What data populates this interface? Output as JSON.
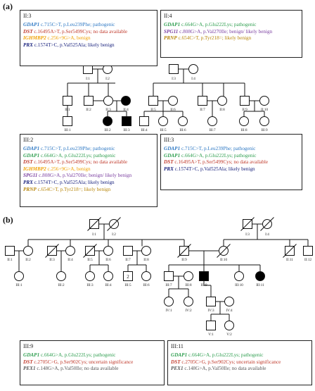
{
  "panels": [
    {
      "label": "(a)",
      "individuals": {
        "I1": "I:1",
        "I2": "I:2",
        "I3": "I:3",
        "I4": "I:4",
        "II1": "II:1",
        "II2": "II:2",
        "II3": "II:3",
        "II4": "II:4",
        "II5": "II:5",
        "II6": "II:6",
        "II7": "II:7",
        "II8": "II:8",
        "II9": "II:9",
        "II10": "II:10",
        "III1": "III:1",
        "III2": "III:2",
        "III3": "III:3",
        "III4": "III:4",
        "III5": "III:5",
        "III6": "III:6",
        "III7": "III:7",
        "III8": "III:8",
        "III9": "III:9"
      },
      "boxes": [
        {
          "title": "II:3",
          "lines": [
            {
              "gene": "GDAP1",
              "text": " c.715C>T, p.Leu239Phe; pathogenic",
              "color": "#2f79c4"
            },
            {
              "gene": "DST",
              "text": " c.16495A>T, p.Ser5499Cys; no data available",
              "color": "#c0392b"
            },
            {
              "gene": "IGHMBP2",
              "text": " c.256+9G>A, benign",
              "color": "#f0a000"
            },
            {
              "gene": "PRX",
              "text": " c.1574T>C, p.Val525Ala; likely benign",
              "color": "#1a237e"
            }
          ]
        },
        {
          "title": "II:4",
          "lines": [
            {
              "gene": "GDAP1",
              "text": " c.664G>A, p.Glu222Lys; pathogenic",
              "color": "#2e9e4f"
            },
            {
              "gene": "SPG11",
              "text": " c.808G>A, p.Val270Ile; benign/ likely benign",
              "color": "#7b3fa0"
            },
            {
              "gene": "PRNP",
              "text": " c.654C>T, p.Tyr218=; likely benign",
              "color": "#b8860b"
            }
          ]
        },
        {
          "title": "III:2",
          "lines": [
            {
              "gene": "GDAP1",
              "text": " c.715C>T, p.Leu239Phe; pathogenic",
              "color": "#2f79c4"
            },
            {
              "gene": "GDAP1",
              "text": " c.664G>A, p.Glu222Lys; pathogenic",
              "color": "#2e9e4f"
            },
            {
              "gene": "DST",
              "text": " c.16495A>T, p.Ser5499Cys; no data available",
              "color": "#c0392b"
            },
            {
              "gene": "IGHMBP2",
              "text": " c.256+9G>A, benign",
              "color": "#f0a000"
            },
            {
              "gene": "SPG11",
              "text": " c.808G>A, p.Val270Ile; benign/ likely benign",
              "color": "#7b3fa0"
            },
            {
              "gene": "PRX",
              "text": " c.1574T>C, p.Val525Ala; likely benign",
              "color": "#1a237e"
            },
            {
              "gene": "PRNP",
              "text": " c.654C>T, p.Tyr218=; likely benign",
              "color": "#b8860b"
            }
          ]
        },
        {
          "title": "III:3",
          "lines": [
            {
              "gene": "GDAP1",
              "text": " c.715C>T, p.Leu239Phe; pathogenic",
              "color": "#2f79c4"
            },
            {
              "gene": "GDAP1",
              "text": " c.664G>A, p.Glu222Lys; pathogenic",
              "color": "#2e9e4f"
            },
            {
              "gene": "DST",
              "text": " c.16495A>T, p.Ser5499Cys; no data available",
              "color": "#c0392b"
            },
            {
              "gene": "PRX",
              "text": " c.1574T>C, p.Val525Ala; likely benign",
              "color": "#1a237e"
            }
          ]
        }
      ]
    },
    {
      "label": "(b)",
      "individuals": {
        "I1": "I:1",
        "I2": "I:2",
        "I3": "I:3",
        "I4": "I:4",
        "II1": "II:1",
        "II2": "II:2",
        "II3": "II:3",
        "II4": "II:4",
        "II5": "II:5",
        "II6": "II:6",
        "II7": "II:7",
        "II8": "II:8",
        "II9": "II:9",
        "II10": "II:10",
        "II11": "II:11",
        "II12": "II:12",
        "III1": "III:1",
        "III2": "III:2",
        "III3": "III:3",
        "III4": "III:4",
        "III5": "III:5",
        "III6": "III:6",
        "III7": "III:7",
        "III8": "III:8",
        "III9": "III:9",
        "III10": "III:10",
        "III11": "III:11",
        "IV1": "IV:1",
        "IV2": "IV:2",
        "IV3": "IV:3",
        "IV4": "IV:4",
        "V1": "V:1",
        "V2": "V:2",
        "sibship_count": "2"
      },
      "boxes": [
        {
          "title": "III:9",
          "lines": [
            {
              "gene": "GDAP1",
              "text": " c.664G>A, p.Glu222Lys; pathogenic",
              "color": "#2e9e4f"
            },
            {
              "gene": "DST",
              "text": " c.2705C>G, p.Ser902Cys; uncertain significance",
              "color": "#c0392b"
            },
            {
              "gene": "PEX1",
              "text": " c.148G>A, p.Val50Ile; no data available",
              "color": "#555555"
            }
          ]
        },
        {
          "title": "III:11",
          "lines": [
            {
              "gene": "GDAP1",
              "text": " c.664G>A, p.Glu222Lys; pathogenic",
              "color": "#2e9e4f"
            },
            {
              "gene": "DST",
              "text": " c.2705C>G, p.Ser902Cys; uncertain significance",
              "color": "#c0392b"
            },
            {
              "gene": "PEX1",
              "text": " c.148G>A, p.Val50Ile; no data available",
              "color": "#555555"
            }
          ]
        }
      ]
    }
  ]
}
